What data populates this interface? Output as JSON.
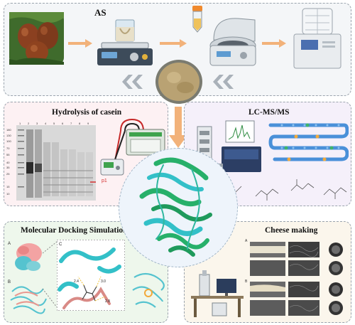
{
  "top_flow": {
    "label_as": "AS"
  },
  "panels": {
    "hydrolysis": {
      "title": "Hydrolysis of casein",
      "lane_numbers": [
        "1",
        "2",
        "3",
        "4",
        "5",
        "6",
        "7",
        "8",
        "9"
      ],
      "mw_markers": [
        "180",
        "130",
        "100",
        "70",
        "55",
        "40",
        "35",
        "25",
        "15",
        "10"
      ],
      "band_label": "p1"
    },
    "lcms": {
      "title": "LC-MS/MS"
    },
    "docking": {
      "title": "Molecular Docking Simulation",
      "sub_a": "A",
      "sub_b": "B",
      "sub_c": "C",
      "distance_labels": [
        "2.4",
        "3.0",
        "2.8"
      ]
    },
    "cheese": {
      "title": "Cheese making",
      "sub_a": "A",
      "sub_b": "B"
    }
  },
  "colors": {
    "arrow_orange": "#f2b27a",
    "chevron_gray": "#a9b1b9",
    "protein_green": "#27b06a",
    "protein_cyan": "#33c0c8",
    "panel_pink": "#fdf1f3",
    "panel_purple": "#f5f0fa",
    "panel_green": "#eef7ec",
    "panel_cream": "#fbf6ec"
  }
}
